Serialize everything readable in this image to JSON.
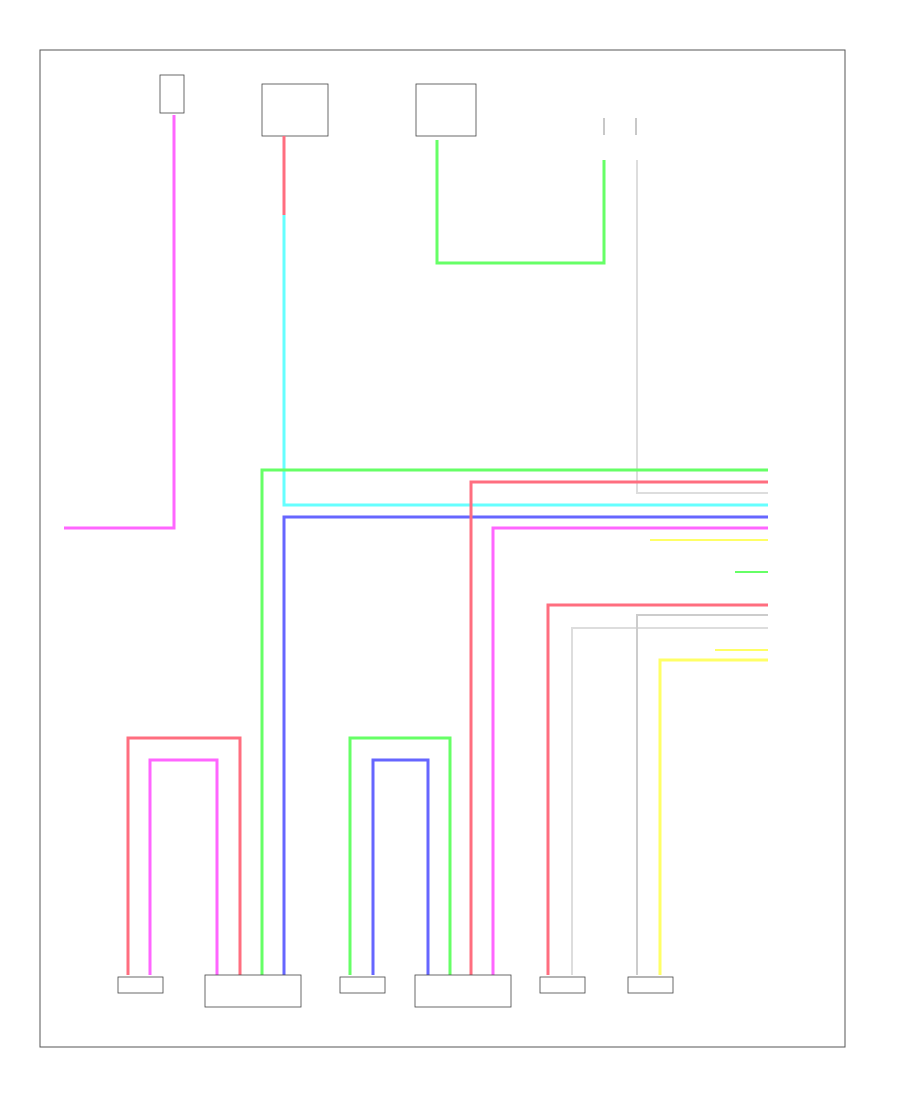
{
  "diagram": {
    "top_components": [
      {
        "id": "c1",
        "lines": [
          "",
          "",
          "",
          ""
        ]
      },
      {
        "id": "c2",
        "lines": [
          "",
          "",
          ""
        ]
      },
      {
        "id": "c3",
        "lines": [
          "",
          "",
          ""
        ]
      },
      {
        "id": "c4",
        "lines": [
          "",
          ""
        ]
      }
    ],
    "connector_labels": [
      "",
      "",
      "",
      "",
      "",
      "",
      "",
      "",
      "",
      "",
      ""
    ],
    "bottom_components": [
      {
        "id": "b1",
        "lines": [
          "",
          ""
        ]
      },
      {
        "id": "b2",
        "lines": [
          "",
          ""
        ]
      },
      {
        "id": "b3",
        "lines": [
          "",
          ""
        ]
      },
      {
        "id": "b4",
        "lines": [
          "",
          ""
        ]
      },
      {
        "id": "b5",
        "lines": [
          "",
          ""
        ]
      },
      {
        "id": "b6",
        "lines": [
          "",
          ""
        ]
      }
    ],
    "footer_code": "",
    "wire_colors": {
      "pink": "#ff66ff",
      "red": "#ff6e7f",
      "cyan": "#66ffff",
      "green": "#66ff66",
      "blue": "#6666ff",
      "yellow": "#ffff66",
      "white": "#dddddd",
      "magenta": "#ff66ff"
    }
  }
}
